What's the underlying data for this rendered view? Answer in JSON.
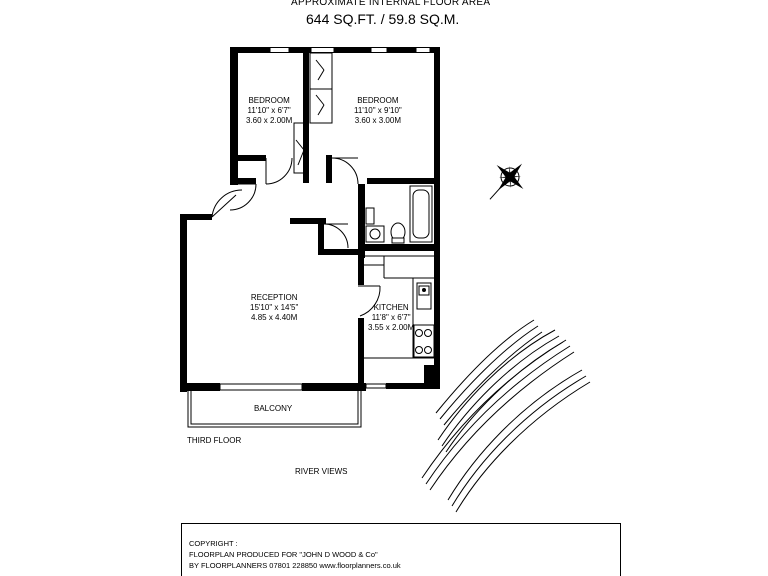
{
  "header": {
    "line1": "APPROXIMATE INTERNAL FLOOR AREA",
    "line2": "644 SQ.FT. / 59.8 SQ.M."
  },
  "rooms": [
    {
      "name": "BEDROOM",
      "imperial": "11'10\" x 6'7\"",
      "metric": "3.60 x 2.00M"
    },
    {
      "name": "BEDROOM",
      "imperial": "11'10\" x 9'10\"",
      "metric": "3.60 x 3.00M"
    },
    {
      "name": "RECEPTION",
      "imperial": "15'10\" x 14'5\"",
      "metric": "4.85 x 4.40M"
    },
    {
      "name": "KITCHEN",
      "imperial": "11'8\" x 6'7\"",
      "metric": "3.55 x 2.00M"
    }
  ],
  "labels": {
    "balcony": "BALCONY",
    "floor": "THIRD FLOOR",
    "river": "RIVER VIEWS"
  },
  "compass": {
    "icon": "compass-rose-icon"
  },
  "copyright": {
    "line1": "COPYRIGHT :",
    "line2": "FLOORPLAN PRODUCED FOR \"JOHN D WOOD & Co\"",
    "line3": "BY FLOORPLANNERS 07801 228850 www.floorplanners.co.uk"
  }
}
